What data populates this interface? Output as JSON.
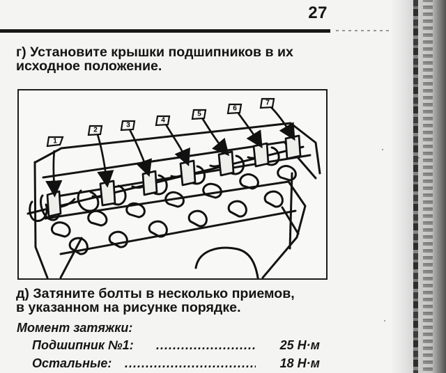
{
  "page": {
    "number": "27"
  },
  "steps": [
    {
      "line1": "г) Установите крышки подшипников в их",
      "line2": "исходное положение."
    },
    {
      "line1": "д) Затяните болты в несколько приемов,",
      "line2": "в указанном на рисунке порядке."
    }
  ],
  "figure": {
    "callouts": [
      {
        "label": "1"
      },
      {
        "label": "2"
      },
      {
        "label": "3"
      },
      {
        "label": "4"
      },
      {
        "label": "5"
      },
      {
        "label": "6"
      },
      {
        "label": "7"
      }
    ]
  },
  "torque": {
    "heading": "Момент затяжки:",
    "rows": [
      {
        "label": "Подшипник №1:",
        "leader": ".............................",
        "value": "25 Н·м"
      },
      {
        "label": "Остальные:",
        "leader": "...................................",
        "value": "18 Н·м"
      }
    ]
  }
}
